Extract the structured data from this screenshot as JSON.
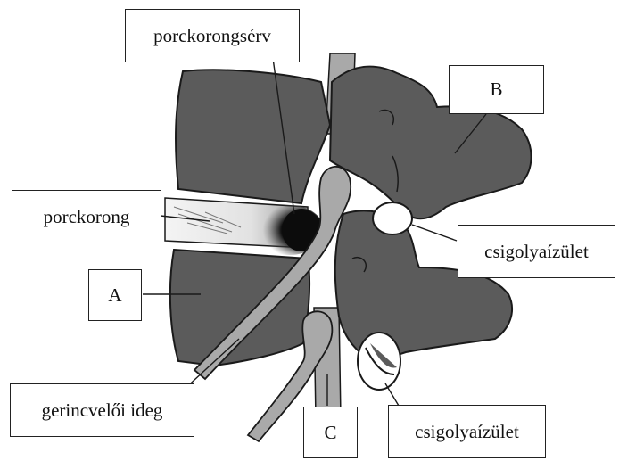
{
  "labels": {
    "herniation": "porckorongsérv",
    "disc": "porckorong",
    "vertebra_b": "B",
    "vertebra_a": "A",
    "facet_upper": "csigolyaízület",
    "facet_lower": "csigolyaízület",
    "nerve": "gerincvelői ideg",
    "c": "C"
  },
  "colors": {
    "bone": "#5b5b5b",
    "bone_dark": "#3f3f3f",
    "nerve": "#a9a9a9",
    "outline": "#1a1a1a",
    "hernia": "#0c0c0c",
    "background": "#ffffff"
  }
}
